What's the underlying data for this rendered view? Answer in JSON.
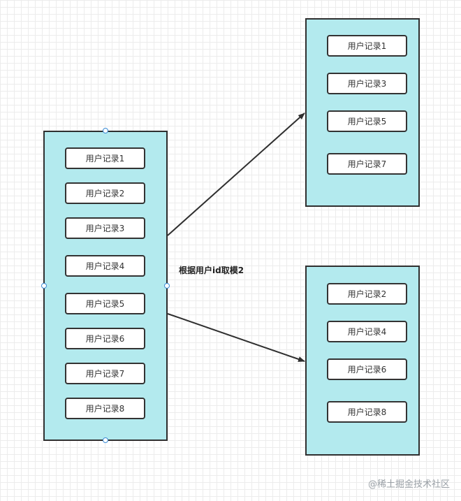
{
  "diagram": {
    "edge_label": "根据用户id取模2",
    "source": {
      "records": [
        "用户记录1",
        "用户记录2",
        "用户记录3",
        "用户记录4",
        "用户记录5",
        "用户记录6",
        "用户记录7",
        "用户记录8"
      ]
    },
    "shard_odd": {
      "records": [
        "用户记录1",
        "用户记录3",
        "用户记录5",
        "用户记录7"
      ]
    },
    "shard_even": {
      "records": [
        "用户记录2",
        "用户记录4",
        "用户记录6",
        "用户记录8"
      ]
    },
    "colors": {
      "container_fill": "#b3eaee",
      "container_border": "#2f2f2f",
      "record_fill": "#ffffff",
      "arrow": "#2f2f2f",
      "handle": "#3a8bd6"
    }
  },
  "watermark": "@稀土掘金技术社区"
}
